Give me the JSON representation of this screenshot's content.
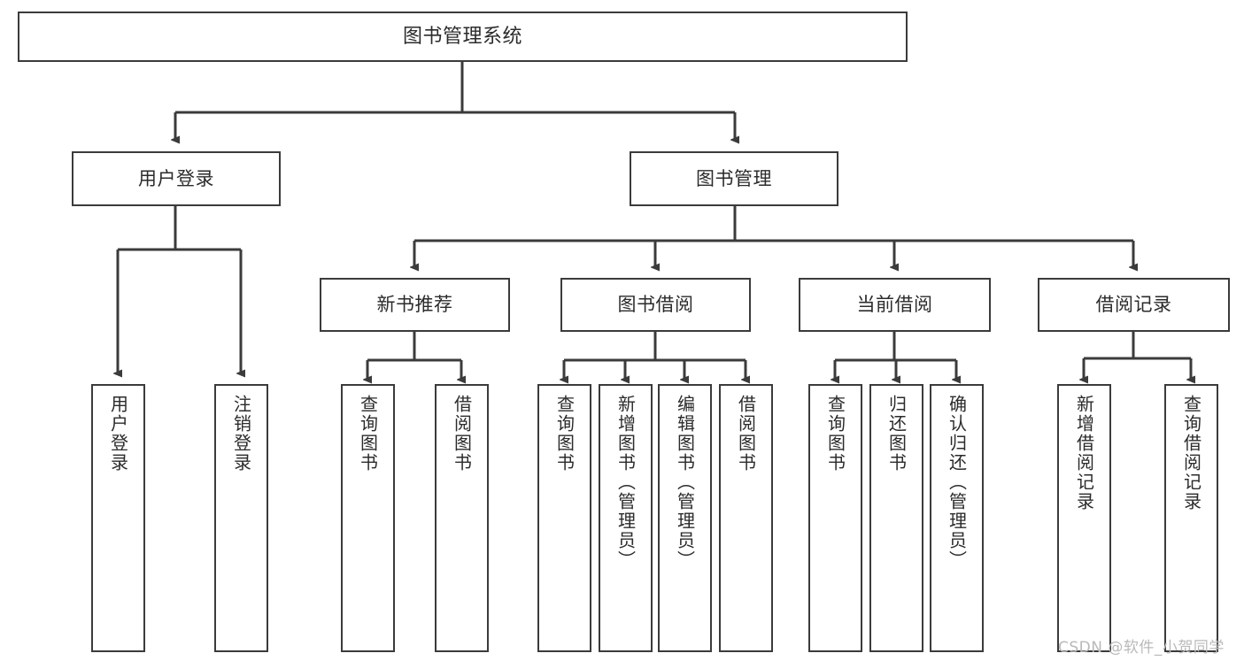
{
  "diagram": {
    "type": "tree",
    "title": "图书管理系统",
    "colors": {
      "stroke": "#3b3b3b",
      "fill": "#ffffff",
      "text": "#2b2b2b",
      "watermark": "#b9b9b9"
    },
    "root": {
      "label": "图书管理系统"
    },
    "level2": [
      {
        "label": "用户登录"
      },
      {
        "label": "图书管理"
      }
    ],
    "level3": [
      {
        "label": "新书推荐"
      },
      {
        "label": "图书借阅"
      },
      {
        "label": "当前借阅"
      },
      {
        "label": "借阅记录"
      }
    ],
    "leaves": {
      "user_login": [
        {
          "label": "用户登录"
        },
        {
          "label": "注销登录"
        }
      ],
      "new_book_recommend": [
        {
          "label": "查询图书"
        },
        {
          "label": "借阅图书"
        }
      ],
      "book_borrow": [
        {
          "label": "查询图书"
        },
        {
          "label": "新增图书（管理员）"
        },
        {
          "label": "编辑图书（管理员）"
        },
        {
          "label": "借阅图书"
        }
      ],
      "current_borrow": [
        {
          "label": "查询图书"
        },
        {
          "label": "归还图书"
        },
        {
          "label": "确认归还（管理员）"
        }
      ],
      "borrow_record": [
        {
          "label": "新增借阅记录"
        },
        {
          "label": "查询借阅记录"
        }
      ]
    }
  },
  "watermark": {
    "text": "CSDN @软件_小贺同学"
  }
}
